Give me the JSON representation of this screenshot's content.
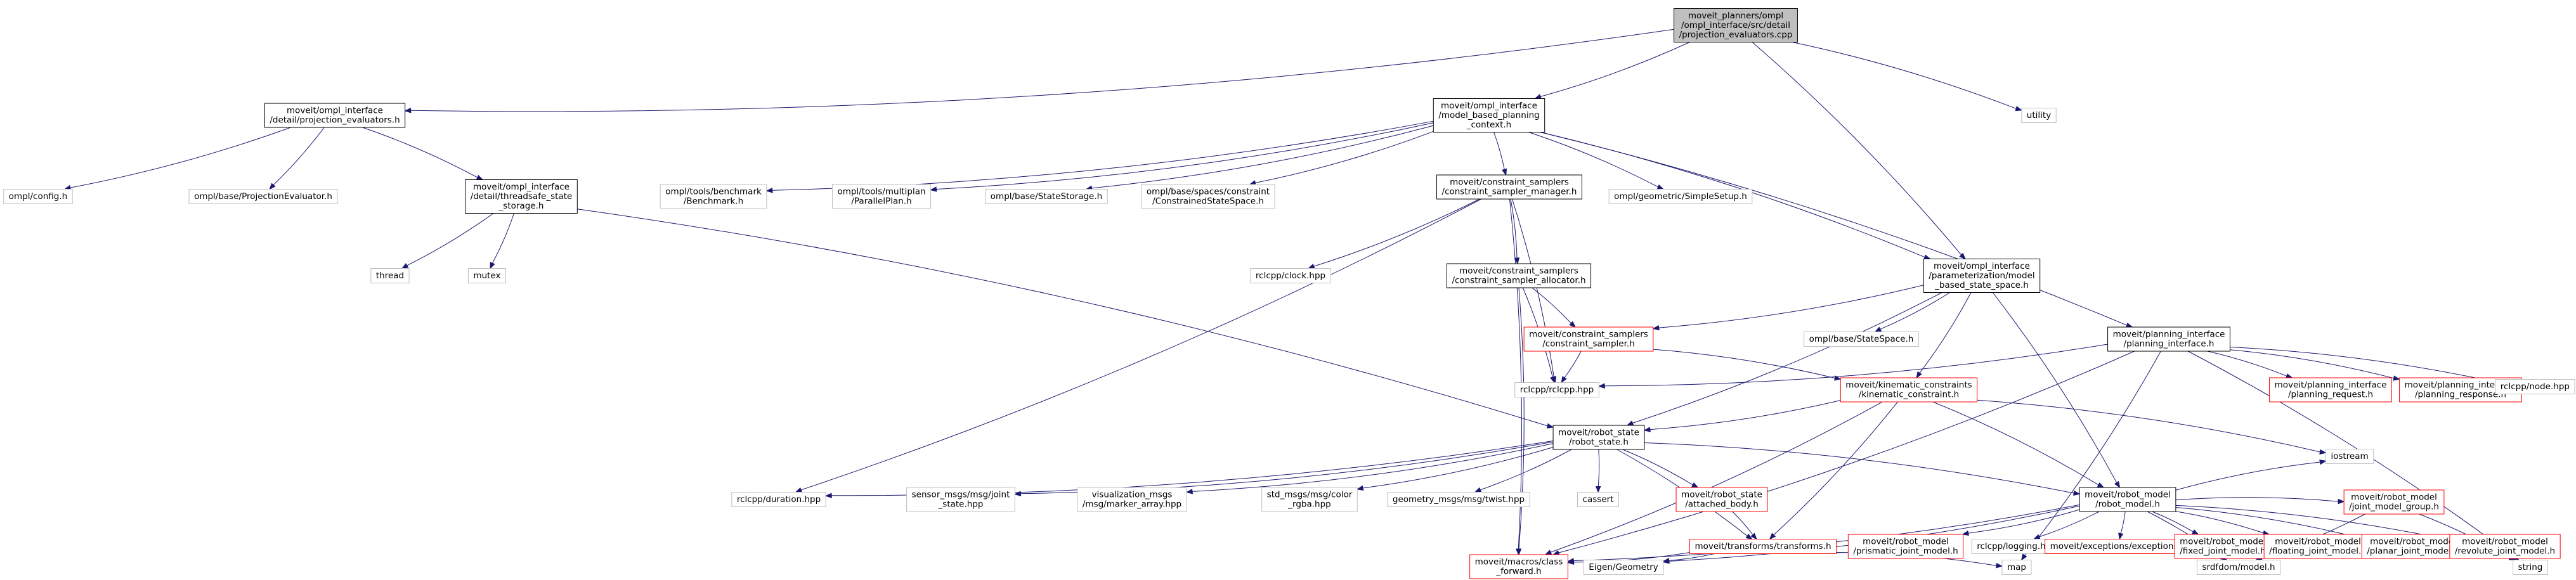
{
  "colors": {
    "edge": "#191970",
    "root_fill": "#bfbfbf",
    "documented_border": "#000000",
    "missing_border": "#ff0000",
    "external_border": "#bfbfbf",
    "text": "#000000"
  },
  "nodes": [
    {
      "id": "root",
      "style": "root",
      "lines": [
        "moveit_planners/ompl",
        "/ompl_interface/src/detail",
        "/projection_evaluators.cpp"
      ]
    },
    {
      "id": "proj_eval_h",
      "style": "documented",
      "lines": [
        "moveit/ompl_interface",
        "/detail/projection_evaluators.h"
      ]
    },
    {
      "id": "mbpc_h",
      "style": "documented",
      "lines": [
        "moveit/ompl_interface",
        "/model_based_planning",
        "_context.h"
      ]
    },
    {
      "id": "utility",
      "style": "external",
      "lines": [
        "utility"
      ]
    },
    {
      "id": "ompl_config",
      "style": "external",
      "lines": [
        "ompl/config.h"
      ]
    },
    {
      "id": "ompl_projeval",
      "style": "external",
      "lines": [
        "ompl/base/ProjectionEvaluator.h"
      ]
    },
    {
      "id": "threadsafe_h",
      "style": "documented",
      "lines": [
        "moveit/ompl_interface",
        "/detail/threadsafe_state",
        "_storage.h"
      ]
    },
    {
      "id": "benchmark",
      "style": "external",
      "lines": [
        "ompl/tools/benchmark",
        "/Benchmark.h"
      ]
    },
    {
      "id": "parallelplan",
      "style": "external",
      "lines": [
        "ompl/tools/multiplan",
        "/ParallelPlan.h"
      ]
    },
    {
      "id": "statestorage",
      "style": "external",
      "lines": [
        "ompl/base/StateStorage.h"
      ]
    },
    {
      "id": "constrained_ss",
      "style": "external",
      "lines": [
        "ompl/base/spaces/constraint",
        "/ConstrainedStateSpace.h"
      ]
    },
    {
      "id": "csm_h",
      "style": "documented",
      "lines": [
        "moveit/constraint_samplers",
        "/constraint_sampler_manager.h"
      ]
    },
    {
      "id": "simplesetup",
      "style": "external",
      "lines": [
        "ompl/geometric/SimpleSetup.h"
      ]
    },
    {
      "id": "thread",
      "style": "external",
      "lines": [
        "thread"
      ]
    },
    {
      "id": "mutex",
      "style": "external",
      "lines": [
        "mutex"
      ]
    },
    {
      "id": "clock",
      "style": "external",
      "lines": [
        "rclcpp/clock.hpp"
      ]
    },
    {
      "id": "csa_h",
      "style": "documented",
      "lines": [
        "moveit/constraint_samplers",
        "/constraint_sampler_allocator.h"
      ]
    },
    {
      "id": "pmbss_h",
      "style": "documented",
      "lines": [
        "moveit/ompl_interface",
        "/parameterization/model",
        "_based_state_space.h"
      ]
    },
    {
      "id": "cs_h",
      "style": "missing",
      "lines": [
        "moveit/constraint_samplers",
        "/constraint_sampler.h"
      ]
    },
    {
      "id": "statespace",
      "style": "external",
      "lines": [
        "ompl/base/StateSpace.h"
      ]
    },
    {
      "id": "pi_h",
      "style": "documented",
      "lines": [
        "moveit/planning_interface",
        "/planning_interface.h"
      ]
    },
    {
      "id": "rclcpp",
      "style": "external",
      "lines": [
        "rclcpp/rclcpp.hpp"
      ]
    },
    {
      "id": "kc_h",
      "style": "missing",
      "lines": [
        "moveit/kinematic_constraints",
        "/kinematic_constraint.h"
      ]
    },
    {
      "id": "preq",
      "style": "missing",
      "lines": [
        "moveit/planning_interface",
        "/planning_request.h"
      ]
    },
    {
      "id": "presp",
      "style": "missing",
      "lines": [
        "moveit/planning_interface",
        "/planning_response.h"
      ]
    },
    {
      "id": "node_hpp",
      "style": "external",
      "lines": [
        "rclcpp/node.hpp"
      ]
    },
    {
      "id": "rs_h",
      "style": "documented",
      "lines": [
        "moveit/robot_state",
        "/robot_state.h"
      ]
    },
    {
      "id": "duration",
      "style": "external",
      "lines": [
        "rclcpp/duration.hpp"
      ]
    },
    {
      "id": "jointstate",
      "style": "external",
      "lines": [
        "sensor_msgs/msg/joint",
        "_state.hpp"
      ]
    },
    {
      "id": "markerarray",
      "style": "external",
      "lines": [
        "visualization_msgs",
        "/msg/marker_array.hpp"
      ]
    },
    {
      "id": "colorrgba",
      "style": "external",
      "lines": [
        "std_msgs/msg/color",
        "_rgba.hpp"
      ]
    },
    {
      "id": "twist",
      "style": "external",
      "lines": [
        "geometry_msgs/msg/twist.hpp"
      ]
    },
    {
      "id": "cassert",
      "style": "external",
      "lines": [
        "cassert"
      ]
    },
    {
      "id": "attached_h",
      "style": "missing",
      "lines": [
        "moveit/robot_state",
        "/attached_body.h"
      ]
    },
    {
      "id": "rm_h",
      "style": "documented",
      "lines": [
        "moveit/robot_model",
        "/robot_model.h"
      ]
    },
    {
      "id": "transforms_h",
      "style": "missing",
      "lines": [
        "moveit/transforms/transforms.h"
      ]
    },
    {
      "id": "prismatic",
      "style": "missing",
      "lines": [
        "moveit/robot_model",
        "/prismatic_joint_model.h"
      ]
    },
    {
      "id": "logging",
      "style": "external",
      "lines": [
        "rclcpp/logging.hpp"
      ]
    },
    {
      "id": "exceptions",
      "style": "missing",
      "lines": [
        "moveit/exceptions/exceptions.h"
      ]
    },
    {
      "id": "fixed",
      "style": "missing",
      "lines": [
        "moveit/robot_model",
        "/fixed_joint_model.h"
      ]
    },
    {
      "id": "floating",
      "style": "missing",
      "lines": [
        "moveit/robot_model",
        "/floating_joint_model.h"
      ]
    },
    {
      "id": "planar",
      "style": "missing",
      "lines": [
        "moveit/robot_model",
        "/planar_joint_model.h"
      ]
    },
    {
      "id": "revolute",
      "style": "missing",
      "lines": [
        "moveit/robot_model",
        "/revolute_joint_model.h"
      ]
    },
    {
      "id": "jmg_h",
      "style": "missing",
      "lines": [
        "moveit/robot_model",
        "/joint_model_group.h"
      ]
    },
    {
      "id": "iostream",
      "style": "external",
      "lines": [
        "iostream"
      ]
    },
    {
      "id": "classfwd",
      "style": "missing",
      "lines": [
        "moveit/macros/class",
        "_forward.h"
      ]
    },
    {
      "id": "eigen",
      "style": "external",
      "lines": [
        "Eigen/Geometry"
      ]
    },
    {
      "id": "map",
      "style": "external",
      "lines": [
        "map"
      ]
    },
    {
      "id": "srdfdom",
      "style": "external",
      "lines": [
        "srdfdom/model.h"
      ]
    },
    {
      "id": "string",
      "style": "external",
      "lines": [
        "string"
      ]
    }
  ],
  "edges": [
    [
      "root",
      "proj_eval_h"
    ],
    [
      "root",
      "mbpc_h"
    ],
    [
      "root",
      "utility"
    ],
    [
      "root",
      "pmbss_h"
    ],
    [
      "proj_eval_h",
      "ompl_config"
    ],
    [
      "proj_eval_h",
      "ompl_projeval"
    ],
    [
      "proj_eval_h",
      "threadsafe_h"
    ],
    [
      "threadsafe_h",
      "thread"
    ],
    [
      "threadsafe_h",
      "mutex"
    ],
    [
      "threadsafe_h",
      "rs_h"
    ],
    [
      "mbpc_h",
      "benchmark"
    ],
    [
      "mbpc_h",
      "parallelplan"
    ],
    [
      "mbpc_h",
      "statestorage"
    ],
    [
      "mbpc_h",
      "constrained_ss"
    ],
    [
      "mbpc_h",
      "csm_h"
    ],
    [
      "mbpc_h",
      "simplesetup"
    ],
    [
      "mbpc_h",
      "pmbss_h"
    ],
    [
      "mbpc_h",
      "pi_h"
    ],
    [
      "csm_h",
      "clock"
    ],
    [
      "csm_h",
      "csa_h"
    ],
    [
      "csm_h",
      "rclcpp"
    ],
    [
      "csm_h",
      "duration"
    ],
    [
      "csm_h",
      "classfwd"
    ],
    [
      "csa_h",
      "cs_h"
    ],
    [
      "csa_h",
      "rclcpp"
    ],
    [
      "csa_h",
      "classfwd"
    ],
    [
      "pmbss_h",
      "cs_h"
    ],
    [
      "pmbss_h",
      "statespace"
    ],
    [
      "pmbss_h",
      "kc_h"
    ],
    [
      "pmbss_h",
      "rs_h"
    ],
    [
      "pmbss_h",
      "rm_h"
    ],
    [
      "cs_h",
      "rclcpp"
    ],
    [
      "cs_h",
      "kc_h"
    ],
    [
      "pi_h",
      "rclcpp"
    ],
    [
      "pi_h",
      "preq"
    ],
    [
      "pi_h",
      "presp"
    ],
    [
      "pi_h",
      "node_hpp"
    ],
    [
      "pi_h",
      "classfwd"
    ],
    [
      "pi_h",
      "map"
    ],
    [
      "pi_h",
      "string"
    ],
    [
      "kc_h",
      "rs_h"
    ],
    [
      "kc_h",
      "rm_h"
    ],
    [
      "kc_h",
      "transforms_h"
    ],
    [
      "kc_h",
      "classfwd"
    ],
    [
      "kc_h",
      "iostream"
    ],
    [
      "rs_h",
      "duration"
    ],
    [
      "rs_h",
      "jointstate"
    ],
    [
      "rs_h",
      "markerarray"
    ],
    [
      "rs_h",
      "colorrgba"
    ],
    [
      "rs_h",
      "twist"
    ],
    [
      "rs_h",
      "cassert"
    ],
    [
      "rs_h",
      "attached_h"
    ],
    [
      "rs_h",
      "rm_h"
    ],
    [
      "rs_h",
      "transforms_h"
    ],
    [
      "attached_h",
      "transforms_h"
    ],
    [
      "transforms_h",
      "classfwd"
    ],
    [
      "transforms_h",
      "eigen"
    ],
    [
      "transforms_h",
      "map"
    ],
    [
      "rm_h",
      "prismatic"
    ],
    [
      "rm_h",
      "logging"
    ],
    [
      "rm_h",
      "exceptions"
    ],
    [
      "rm_h",
      "fixed"
    ],
    [
      "rm_h",
      "floating"
    ],
    [
      "rm_h",
      "planar"
    ],
    [
      "rm_h",
      "revolute"
    ],
    [
      "rm_h",
      "jmg_h"
    ],
    [
      "rm_h",
      "iostream"
    ],
    [
      "rm_h",
      "classfwd"
    ],
    [
      "rm_h",
      "eigen"
    ],
    [
      "rm_h",
      "srdfdom"
    ],
    [
      "jmg_h",
      "srdfdom"
    ],
    [
      "jmg_h",
      "string"
    ]
  ]
}
